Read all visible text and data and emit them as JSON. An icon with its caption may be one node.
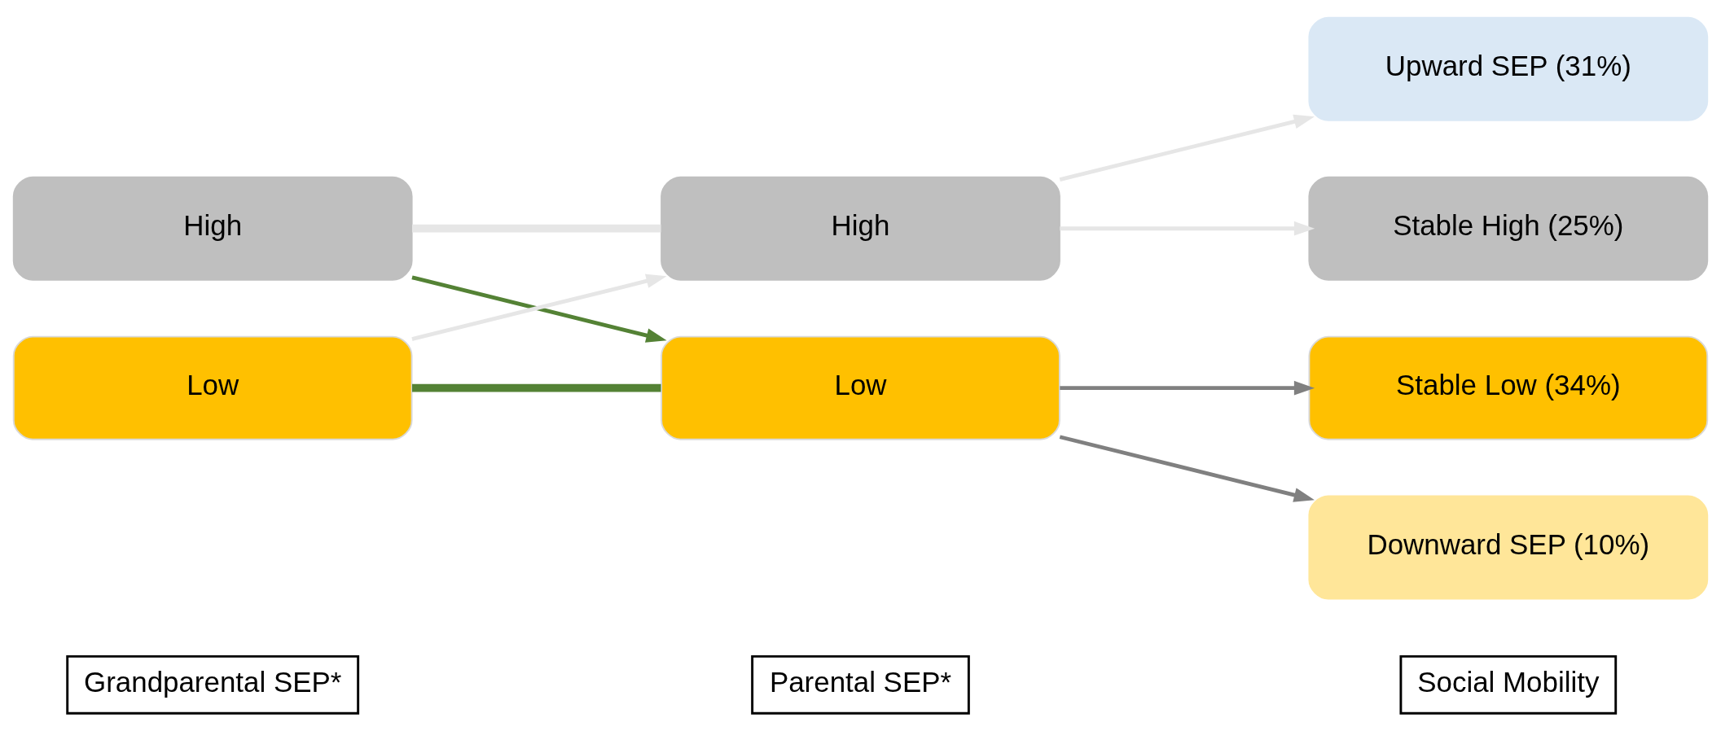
{
  "diagram": {
    "nodes": [
      {
        "text": [
          "Grandparental SEP*"
        ]
      },
      {
        "text": [
          "Parental SEP*"
        ]
      },
      {
        "text": [
          "Social Mobility"
        ]
      },
      {
        "text": [
          "Upward SEP (31%)"
        ]
      },
      {
        "text": [
          "High"
        ]
      },
      {
        "text": [
          "High"
        ]
      },
      {
        "text": [
          "Stable High (25%)"
        ]
      },
      {
        "text": [
          "Low"
        ]
      },
      {
        "text": [
          "Low"
        ]
      },
      {
        "text": [
          "Stable Low (34%)"
        ]
      },
      {
        "text": [
          "Downward SEP (10%)"
        ]
      }
    ],
    "edges": [
      {
        "from": 4,
        "to": 5,
        "arrow": "none",
        "style": "thick"
      },
      {
        "from": 7,
        "to": 5,
        "arrow": "to"
      },
      {
        "from": 4,
        "to": 8,
        "arrow": "to",
        "color": "#548235"
      },
      {
        "from": 7,
        "to": 8,
        "arrow": "none",
        "style": "thick",
        "color": "#548235"
      },
      {
        "from": 5,
        "to": 3,
        "arrow": "to"
      },
      {
        "from": 5,
        "to": 6,
        "arrow": "to"
      },
      {
        "from": 8,
        "to": 9,
        "arrow": "to",
        "color": "#808080"
      },
      {
        "from": 8,
        "to": 10,
        "arrow": "to",
        "color": "#808080"
      }
    ]
  }
}
